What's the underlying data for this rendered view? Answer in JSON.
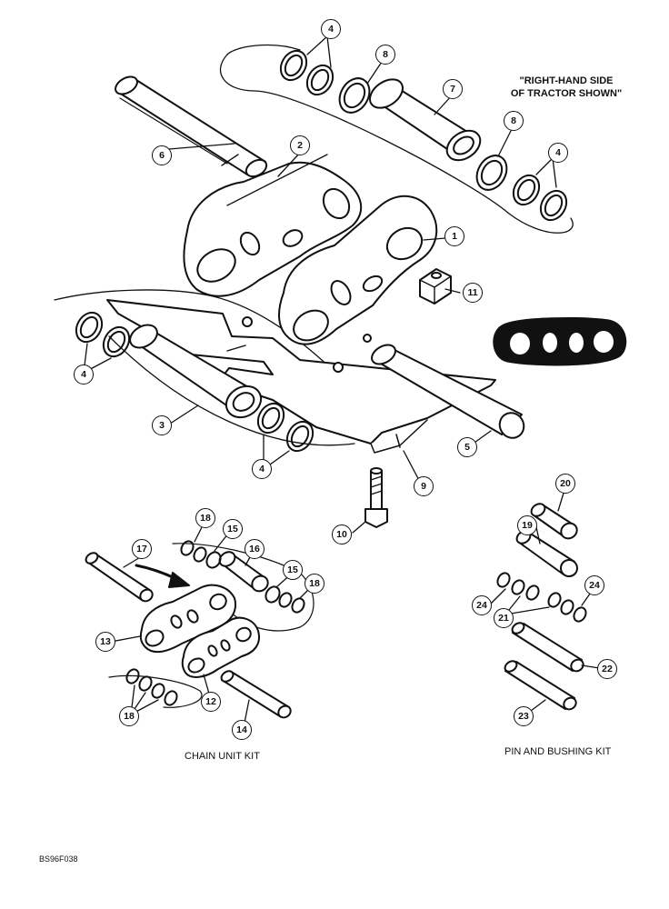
{
  "note": {
    "line1": "\"RIGHT-HAND SIDE",
    "line2": "OF TRACTOR SHOWN\""
  },
  "captions": {
    "chain_unit_kit": "CHAIN UNIT KIT",
    "pin_bushing_kit": "PIN AND BUSHING KIT"
  },
  "figure_code": "BS96F038",
  "callouts": {
    "c1": "1",
    "c2": "2",
    "c3": "3",
    "c4a": "4",
    "c4b": "4",
    "c4c": "4",
    "c4d": "4",
    "c5": "5",
    "c6": "6",
    "c7": "7",
    "c8a": "8",
    "c8b": "8",
    "c9": "9",
    "c10": "10",
    "c11": "11",
    "c12": "12",
    "c13": "13",
    "c14": "14",
    "c15a": "15",
    "c15b": "15",
    "c16": "16",
    "c17": "17",
    "c18a": "18",
    "c18b": "18",
    "c18c": "18",
    "c19": "19",
    "c20": "20",
    "c21": "21",
    "c22": "22",
    "c23": "23",
    "c24a": "24",
    "c24b": "24"
  }
}
